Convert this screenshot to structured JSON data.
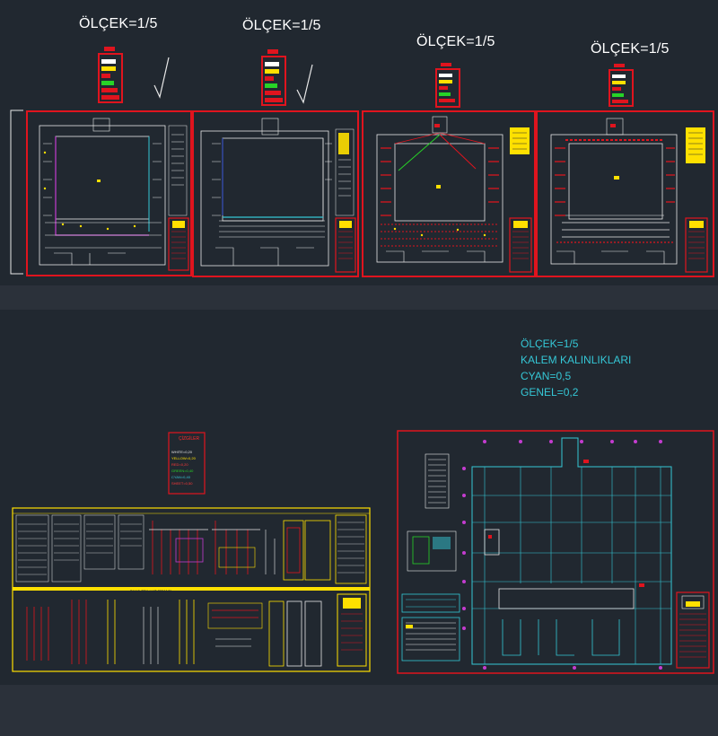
{
  "colors": {
    "background": "#2b313a",
    "band": "#212830",
    "frame_red": "#e0141e",
    "cad_white": "#e8e8e8",
    "cad_yellow": "#ffe000",
    "cad_cyan": "#35c7d6",
    "cad_green": "#27d327",
    "cad_magenta": "#c43cd0",
    "scale_text": "#ffffff",
    "note_text": "#35c7d6"
  },
  "top_sheets": {
    "scale_labels": [
      "ÖLÇEK=1/5",
      "ÖLÇEK=1/5",
      "ÖLÇEK=1/5",
      "ÖLÇEK=1/5"
    ],
    "legend_icons": [
      "pen-legend-icon",
      "pen-legend-icon",
      "pen-legend-icon",
      "pen-legend-icon"
    ],
    "check_marks": [
      "✓",
      "✓"
    ]
  },
  "bottom_left": {
    "legend_title": "ÇİZGİLER",
    "legend_lines": [
      "WHITE=0,20",
      "YELLOW=0,20",
      "RED=0,20",
      "GREEN=0,40",
      "CYAN=0,40",
      "SHEET=0,50"
    ],
    "panel_caption": "PANO TEK HAT ŞEMASI"
  },
  "bottom_right": {
    "notes": [
      "ÖLÇEK=1/5",
      "KALEM KALINLIKLARI",
      "CYAN=0,5",
      "GENEL=0,2"
    ]
  }
}
